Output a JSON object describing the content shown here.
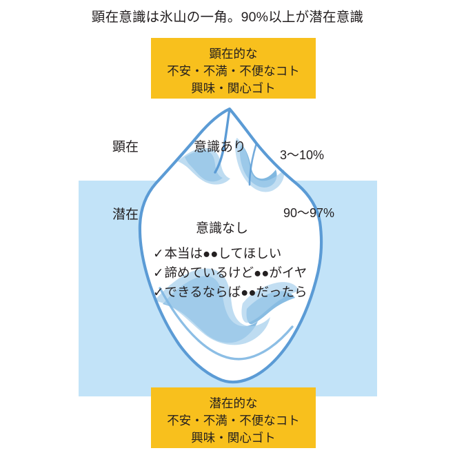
{
  "title": "顕在意識は氷山の一角。90%以上が潜在意識",
  "colors": {
    "accent_yellow": "#f8c01d",
    "water_blue": "#c2e3f8",
    "iceberg_outline": "#5b9bd5",
    "iceberg_shadow": "#85b8e0",
    "iceberg_fill": "#ffffff",
    "text": "#231f20"
  },
  "boxes": {
    "top": {
      "line1": "顕在的な",
      "line2": "不安・不満・不便なコト",
      "line3": "興味・関心ゴト"
    },
    "bottom": {
      "line1": "潜在的な",
      "line2": "不安・不満・不便なコト",
      "line3": "興味・関心ゴト"
    }
  },
  "labels": {
    "conscious_layer": "顕在",
    "conscious_state": "意識あり",
    "conscious_percent": "3〜10%",
    "subconscious_layer": "潜在",
    "subconscious_state": "意識なし",
    "subconscious_percent": "90〜97%"
  },
  "checklist": {
    "tick": "✓",
    "items": [
      "本当は●●してほしい",
      "諦めているけど●●がイヤ",
      "できるならば●●だったら"
    ]
  }
}
